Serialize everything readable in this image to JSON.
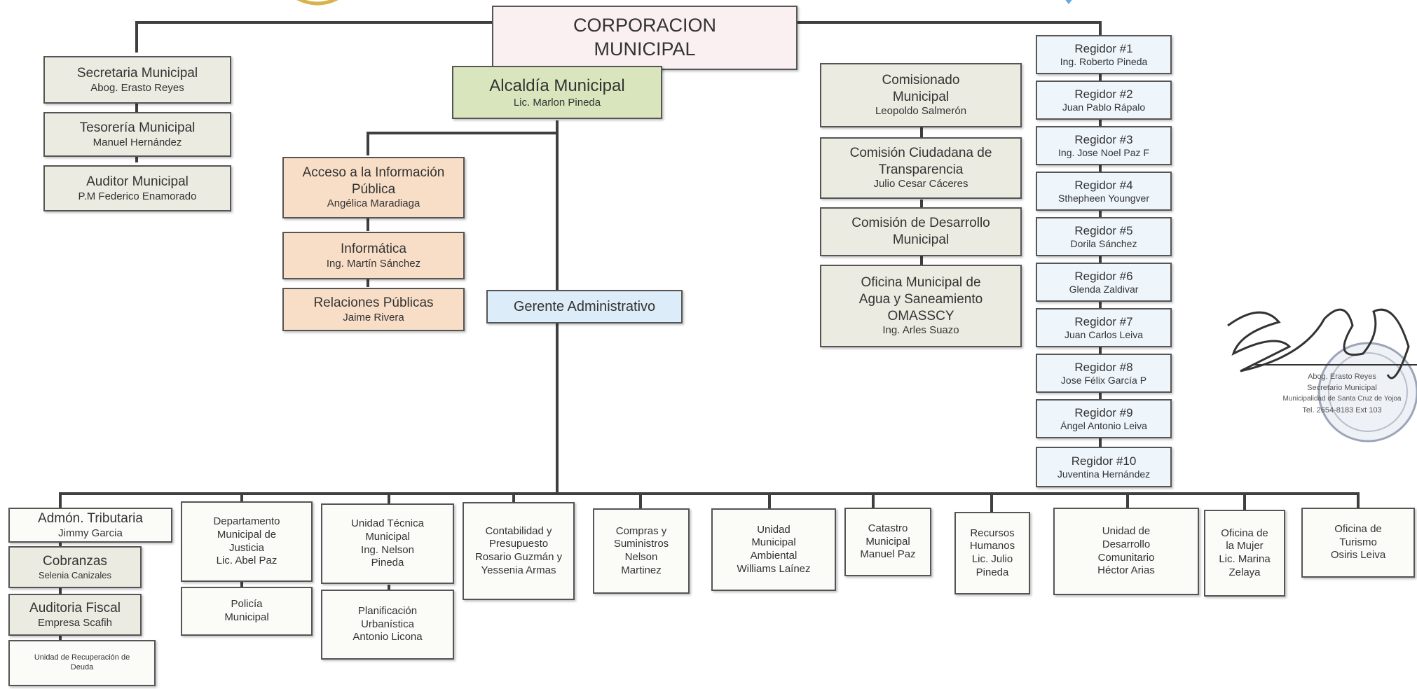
{
  "corporacion": {
    "title": "CORPORACION MUNICIPAL"
  },
  "left_column": [
    {
      "title": "Secretaria Municipal",
      "name": "Abog. Erasto Reyes"
    },
    {
      "title": "Tesorería Municipal",
      "name": "Manuel Hernández"
    },
    {
      "title": "Auditor Municipal",
      "name": "P.M Federico Enamorado"
    }
  ],
  "alcaldia": {
    "title": "Alcaldía Municipal",
    "name": "Lic. Marlon Pineda"
  },
  "orange_column": [
    {
      "title": "Acceso a la Información Pública",
      "name": "Angélica Maradiaga"
    },
    {
      "title": "Informática",
      "name": "Ing. Martín Sánchez"
    },
    {
      "title": "Relaciones Públicas",
      "name": "Jaime Rivera"
    }
  ],
  "gerente": {
    "title": "Gerente Administrativo"
  },
  "commission_column": [
    {
      "title": "Comisionado Municipal",
      "name": "Leopoldo Salmerón"
    },
    {
      "title": "Comisión Ciudadana de Transparencia",
      "name": "Julio Cesar Cáceres"
    },
    {
      "title": "Comisión de Desarrollo Municipal",
      "name": ""
    },
    {
      "title": "Oficina Municipal de Agua y Saneamiento OMASSCY",
      "name": "Ing. Arles Suazo"
    }
  ],
  "regidores": [
    {
      "title": "Regidor #1",
      "name": "Ing. Roberto Pineda"
    },
    {
      "title": "Regidor #2",
      "name": "Juan Pablo Rápalo"
    },
    {
      "title": "Regidor #3",
      "name": "Ing. Jose Noel Paz F"
    },
    {
      "title": "Regidor #4",
      "name": "Sthepheen Youngver"
    },
    {
      "title": "Regidor #5",
      "name": "Dorila Sánchez"
    },
    {
      "title": "Regidor #6",
      "name": "Glenda Zaldivar"
    },
    {
      "title": "Regidor #7",
      "name": "Juan Carlos Leiva"
    },
    {
      "title": "Regidor #8",
      "name": "Jose Félix García P"
    },
    {
      "title": "Regidor #9",
      "name": "Ángel Antonio Leiva"
    },
    {
      "title": "Regidor #10",
      "name": "Juventina Hernández"
    }
  ],
  "departments": [
    {
      "title": "Admón. Tributaria",
      "name": "Jimmy Garcia"
    },
    {
      "title": "Departamento Municipal de Justicia",
      "name": "Lic. Abel Paz"
    },
    {
      "title": "Unidad Técnica Municipal",
      "name": "Ing. Nelson Pineda"
    },
    {
      "title": "Contabilidad y Presupuesto",
      "name": "Rosario Guzmán y Yessenia Armas"
    },
    {
      "title": "Compras y Suministros",
      "name": "Nelson Martinez"
    },
    {
      "title": "Unidad Municipal Ambiental",
      "name": "Williams Laínez"
    },
    {
      "title": "Catastro Municipal",
      "name": "Manuel Paz"
    },
    {
      "title": "Recursos Humanos",
      "name": "Lic. Julio Pineda"
    },
    {
      "title": "Unidad de Desarrollo Comunitario",
      "name": "Héctor Arias"
    },
    {
      "title": "Oficina de la Mujer",
      "name": "Lic. Marina Zelaya"
    },
    {
      "title": "Oficina de Turismo",
      "name": "Osiris Leiva"
    }
  ],
  "sub_departments": {
    "cobranzas": {
      "title": "Cobranzas",
      "name": "Selenia Canizales"
    },
    "auditoria": {
      "title": "Auditoria Fiscal",
      "name": "Empresa Scafih"
    },
    "recuperacion": {
      "title": "Unidad de Recuperación de Deuda"
    },
    "policia": {
      "title": "Policía Municipal"
    },
    "planificacion": {
      "title": "Planificación Urbanística",
      "name": "Antonio Licona"
    }
  },
  "signature": {
    "line1": "Abog. Erasto Reyes",
    "line2": "Secretario Municipal",
    "line3": "Municipalidad de Santa Cruz de Yojoa",
    "line4": "Tel. 2654-8183 Ext 103"
  },
  "colors": {
    "line": "#3f3f3f",
    "seal": "#9aa6b8"
  }
}
